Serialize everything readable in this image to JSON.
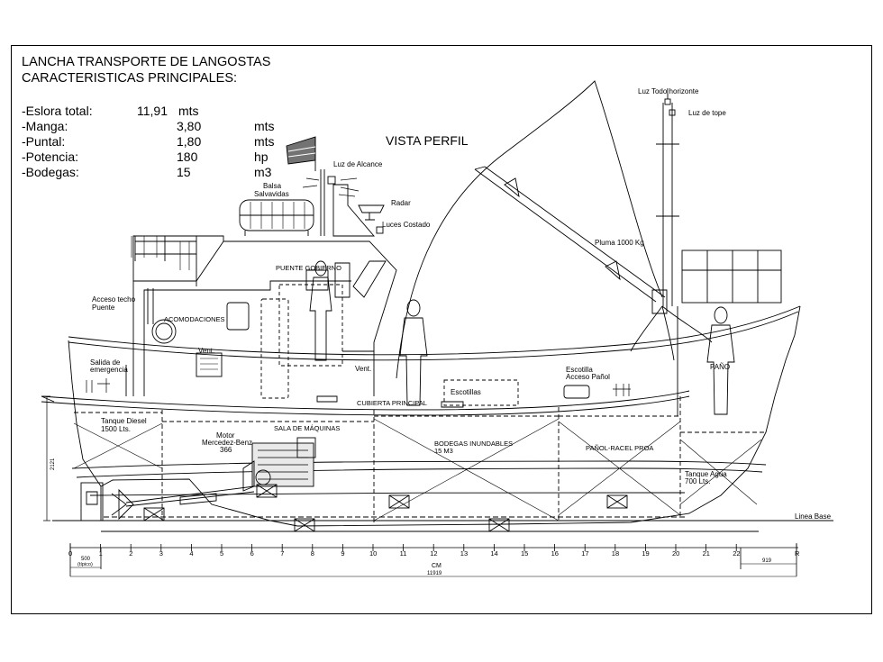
{
  "header": {
    "title": "LANCHA TRANSPORTE DE LANGOSTAS",
    "subtitle": "CARACTERISTICAS PRINCIPALES:"
  },
  "specs": [
    {
      "label": "-Eslora total:",
      "value": "11,91",
      "unit": "mts"
    },
    {
      "label": "-Manga:",
      "value": "3,80",
      "unit": "mts"
    },
    {
      "label": "-Puntal:",
      "value": "1,80",
      "unit": "mts"
    },
    {
      "label": "-Potencia:",
      "value": "180",
      "unit": "hp"
    },
    {
      "label": "-Bodegas:",
      "value": "15",
      "unit": "m3"
    }
  ],
  "view_title": "VISTA PERFIL",
  "labels": {
    "luz_todo_horizonte": "Luz Todo horizonte",
    "luz_tope": "Luz de tope",
    "luz_alcance": "Luz de Alcance",
    "balsa": "Balsa",
    "salvavidas": "Salvavidas",
    "radar": "Radar",
    "luces_costado": "Luces Costado",
    "pluma": "Pluma 1000 Kg",
    "puente_gobierno": "PUENTE GOBIERNO",
    "acceso_techo": "Acceso techo",
    "puente": "Puente",
    "acomodaciones": "ACOMODACIONES",
    "vent1": "Vent.",
    "vent2": "Vent.",
    "salida_emergencia_1": "Salida de",
    "salida_emergencia_2": "emergencia",
    "escotillas": "Escotillas",
    "escotilla_1": "Escotilla",
    "escotilla_2": "Acceso Pañol",
    "pano": "PAÑO",
    "cubierta_principal": "CUBIERTA PRINCIPAL",
    "tanque_diesel_1": "Tanque Diesel",
    "tanque_diesel_2": "1500 Lts.",
    "sala_maquinas": "SALA DE MÁQUINAS",
    "motor_1": "Motor",
    "motor_2": "Mercedez-Benz",
    "motor_3": "366",
    "bodegas_1": "BODEGAS INUNDABLES",
    "bodegas_2": "15 M3",
    "panol": "PAÑOL-RACEL PROA",
    "tanque_agua_1": "Tanque Agua",
    "tanque_agua_2": "700 Lts.",
    "linea_base": "Linea Base",
    "dim_vertical": "2121",
    "dim_500": "500",
    "dim_tipico": "(típico)",
    "dim_cm": "CM",
    "dim_total": "11919",
    "dim_919": "919"
  },
  "scale": {
    "ticks": [
      "0",
      "1",
      "2",
      "3",
      "4",
      "5",
      "6",
      "7",
      "8",
      "9",
      "10",
      "11",
      "12",
      "13",
      "14",
      "15",
      "16",
      "17",
      "18",
      "19",
      "20",
      "21",
      "22",
      "R"
    ]
  }
}
